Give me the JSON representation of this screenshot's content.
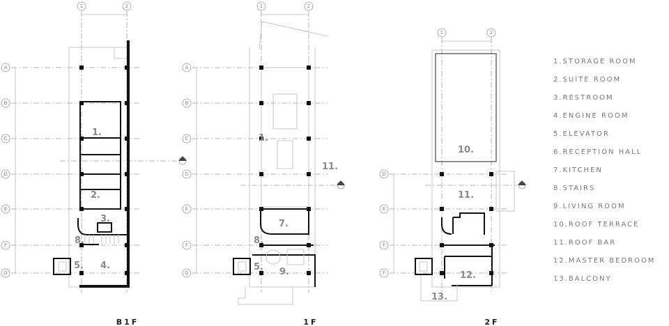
{
  "plans": [
    {
      "id": "b1f",
      "title": "B1F",
      "columns": [
        "1",
        "2"
      ],
      "rows": [
        "A",
        "B",
        "C",
        "D",
        "E",
        "F",
        "G"
      ],
      "rooms": [
        "1.",
        "2.",
        "3.",
        "8.",
        "5.",
        "4."
      ]
    },
    {
      "id": "1f",
      "title": "1F",
      "columns": [
        "1",
        "2"
      ],
      "rows": [
        "A",
        "B",
        "C",
        "D",
        "E",
        "F",
        "G"
      ],
      "rooms": [
        "1.",
        "11.",
        "7.",
        "8.",
        "5.",
        "9."
      ]
    },
    {
      "id": "2f",
      "title": "2F",
      "columns": [
        "1",
        "2"
      ],
      "rows": [
        "D",
        "E",
        "F",
        "F"
      ],
      "rooms": [
        "10.",
        "11.",
        "12.",
        "13."
      ]
    }
  ],
  "legend": [
    "1.storage room",
    "2.suite room",
    "3.restroom",
    "4.engine room",
    "5.elevator",
    "6.reception hall",
    "7.kitchen",
    "8.stairs",
    "9.living room",
    "10.roof terrace",
    "11.roof bar",
    "12.master bedroom",
    "13.balcony"
  ]
}
